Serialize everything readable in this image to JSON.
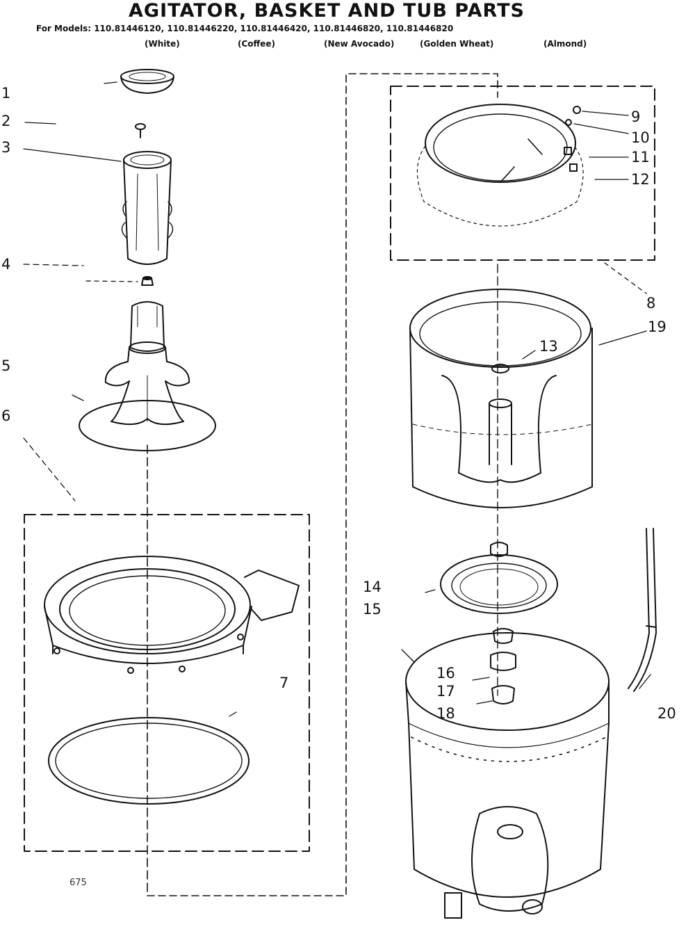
{
  "title": "AGITATOR, BASKET AND TUB PARTS",
  "models_line": "For Models: 110.81446120, 110.81446220, 110.81446420, 110.81446820, 110.81446820",
  "color_labels": [
    "(White)",
    "(Coffee)",
    "(New Avocado)",
    "(Golden Wheat)",
    "(Almond)"
  ],
  "part_numbers": [
    "1",
    "2",
    "3",
    "4",
    "5",
    "6",
    "7",
    "8",
    "9",
    "10",
    "11",
    "12",
    "13",
    "14",
    "15",
    "16",
    "17",
    "18",
    "19",
    "20"
  ],
  "footer_note": "675"
}
